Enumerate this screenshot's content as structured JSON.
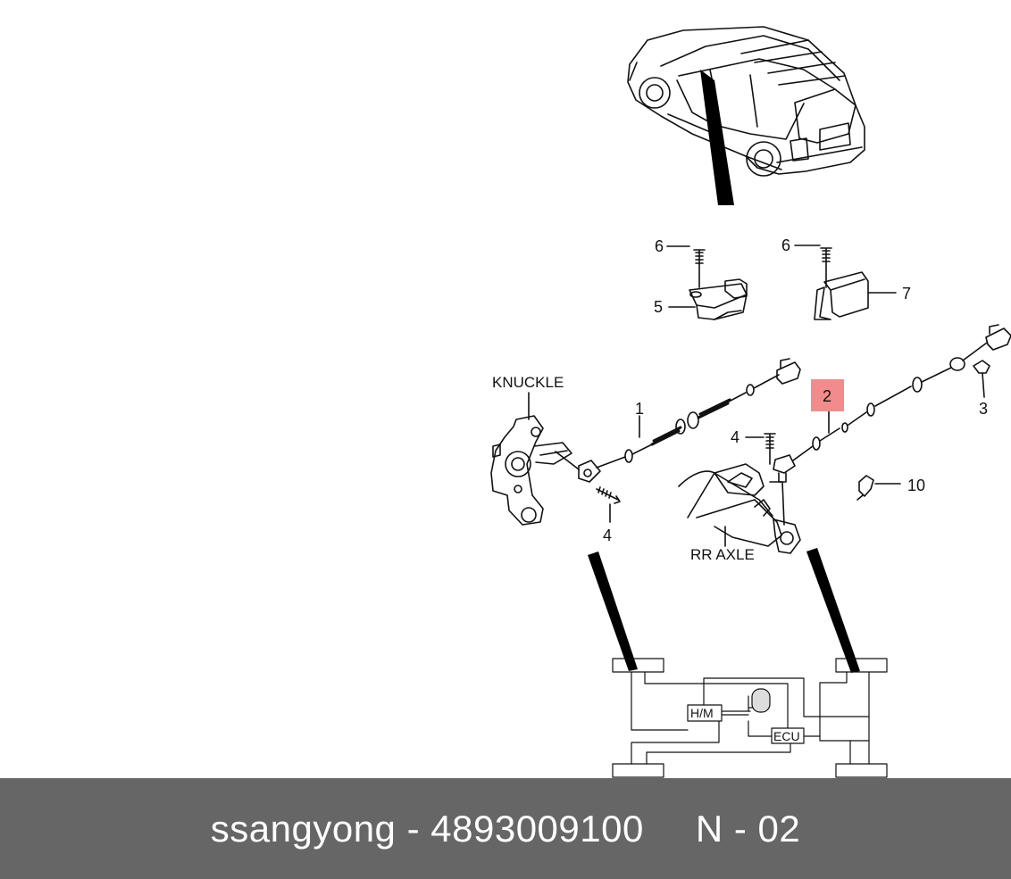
{
  "diagram": {
    "labels": {
      "knuckle": "KNUCKLE",
      "rr_axle": "RR AXLE",
      "p1": "1",
      "p2": "2",
      "p3": "3",
      "p4a": "4",
      "p4b": "4",
      "p5": "5",
      "p6a": "6",
      "p6b": "6",
      "p7": "7",
      "p10": "10"
    },
    "schematic": {
      "hm": "H/M",
      "ecu": "ECU"
    },
    "colors": {
      "highlight": "#f28b8b",
      "line": "#111111"
    }
  },
  "footer": {
    "brand": "ssangyong",
    "separator": "-",
    "part_number": "4893009100",
    "page_code": "N - 02"
  }
}
